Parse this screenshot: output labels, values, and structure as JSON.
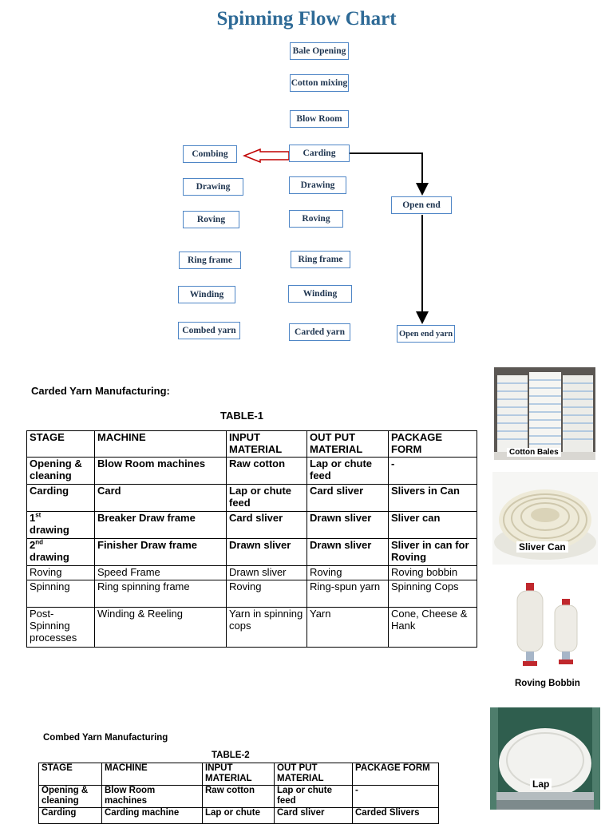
{
  "title": "Spinning Flow Chart",
  "flow": {
    "bale_opening": "Bale Opening",
    "cotton_mixing": "Cotton mixing",
    "blow_room": "Blow Room",
    "carding": "Carding",
    "combing": "Combing",
    "combed": {
      "drawing": "Drawing",
      "roving": "Roving",
      "ring_frame": "Ring frame",
      "winding": "Winding",
      "yarn": "Combed yarn"
    },
    "carded": {
      "drawing": "Drawing",
      "roving": "Roving",
      "ring_frame": "Ring frame",
      "winding": "Winding",
      "yarn": "Carded yarn"
    },
    "open_end": "Open end",
    "open_end_yarn": "Open end yarn"
  },
  "section1": {
    "heading": "Carded Yarn Manufacturing:",
    "table_caption": "TABLE-1",
    "headers": [
      "STAGE",
      "MACHINE",
      "INPUT MATERIAL",
      "OUT PUT MATERIAL",
      "PACKAGE FORM"
    ],
    "rows": [
      [
        "Opening & cleaning",
        "Blow Room machines",
        "Raw cotton",
        "Lap or chute feed",
        "-"
      ],
      [
        "Carding",
        "Card",
        "Lap or chute feed",
        "Card sliver",
        "Slivers in Can"
      ],
      [
        "drawing",
        "Breaker Draw frame",
        "Card sliver",
        "Drawn sliver",
        "Sliver can"
      ],
      [
        "drawing",
        "Finisher Draw frame",
        "Drawn sliver",
        "Drawn sliver",
        "Sliver in can for Roving"
      ],
      [
        "Roving",
        "Speed Frame",
        "Drawn sliver",
        "Roving",
        "Roving bobbin"
      ],
      [
        "Spinning",
        "Ring spinning frame",
        "Roving",
        "Ring-spun yarn",
        "Spinning Cops"
      ],
      [
        "Post-Spinning processes",
        "Winding & Reeling",
        "Yarn in spinning cops",
        "Yarn",
        "Cone, Cheese & Hank"
      ]
    ],
    "ordinals": {
      "first": "1",
      "first_suffix": "st",
      "second": "2",
      "second_suffix": "nd"
    }
  },
  "section2": {
    "heading": "Combed Yarn Manufacturing",
    "table_caption": "TABLE-2",
    "headers": [
      "STAGE",
      "MACHINE",
      "INPUT MATERIAL",
      "OUT PUT MATERIAL",
      "PACKAGE FORM"
    ],
    "rows": [
      [
        "Opening & cleaning",
        "Blow Room machines",
        "Raw cotton",
        "Lap or chute feed",
        "-"
      ],
      [
        "Carding",
        "Carding machine",
        "Lap or chute",
        "Card sliver",
        "Carded Slivers"
      ]
    ]
  },
  "photos": {
    "cotton_bales": "Cotton Bales",
    "sliver_can": "Sliver Can",
    "roving_bobbin": "Roving Bobbin",
    "lap": "Lap"
  }
}
